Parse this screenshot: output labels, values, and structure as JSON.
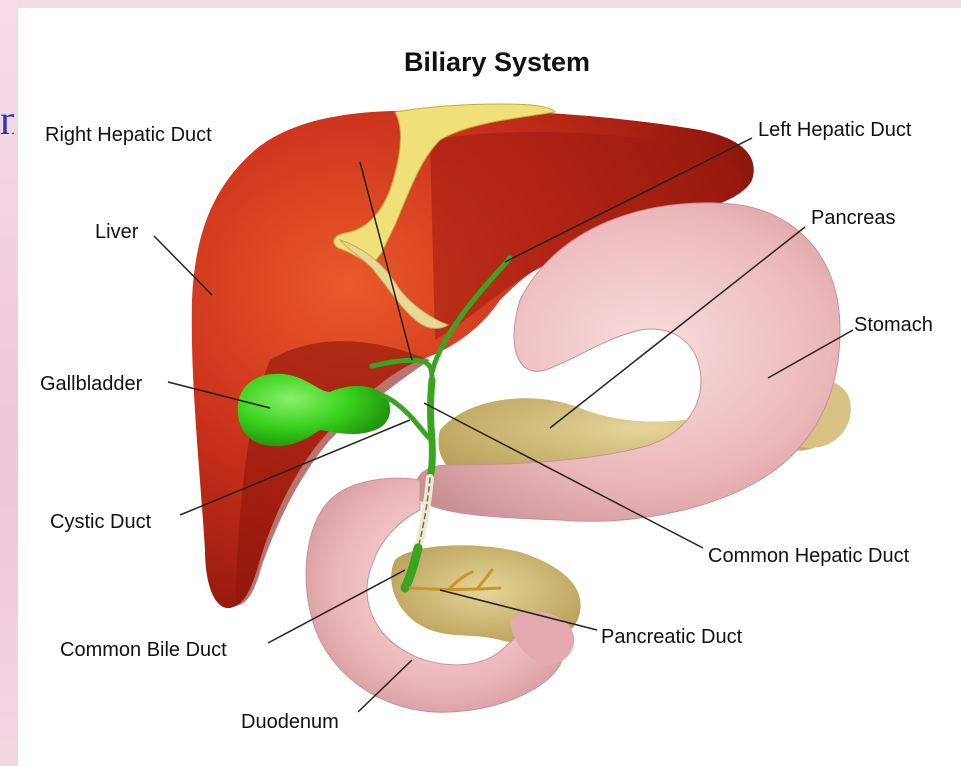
{
  "slide": {
    "edge_text": "n"
  },
  "diagram": {
    "title": "Biliary System",
    "labels": {
      "right_hepatic_duct": "Right Hepatic Duct",
      "left_hepatic_duct": "Left Hepatic Duct",
      "liver": "Liver",
      "pancreas": "Pancreas",
      "stomach": "Stomach",
      "gallbladder": "Gallbladder",
      "cystic_duct": "Cystic Duct",
      "common_hepatic_duct": "Common Hepatic Duct",
      "common_bile_duct": "Common Bile Duct",
      "pancreatic_duct": "Pancreatic Duct",
      "duodenum": "Duodenum"
    }
  },
  "colors": {
    "liver": "#c4281a",
    "liver_dark": "#8f150c",
    "gallbladder": "#3dcc1e",
    "ducts": "#3aa521",
    "stomach": "#ebb9bb",
    "pancreas": "#d2bf78",
    "ligament": "#ecdc6a",
    "accent_text": "#2b34b8"
  }
}
